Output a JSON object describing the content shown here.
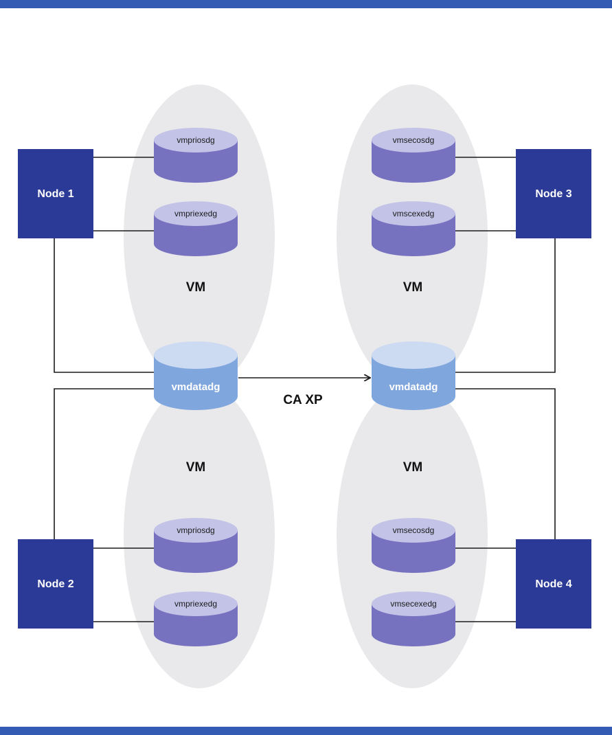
{
  "colors": {
    "band": "#335bb3",
    "node": "#2b3a96",
    "vm_region": "#e9e9eb",
    "disk_top": "#c3c3e8",
    "disk_side": "#7672c0",
    "data_top": "#ccdaf2",
    "data_side": "#80a6de",
    "line": "#1a1a1a"
  },
  "nodes": [
    {
      "id": "node1",
      "label": "Node 1"
    },
    {
      "id": "node2",
      "label": "Node 2"
    },
    {
      "id": "node3",
      "label": "Node 3"
    },
    {
      "id": "node4",
      "label": "Node 4"
    }
  ],
  "vm_regions": [
    {
      "id": "vm-top-left",
      "label": "VM"
    },
    {
      "id": "vm-top-right",
      "label": "VM"
    },
    {
      "id": "vm-bottom-left",
      "label": "VM"
    },
    {
      "id": "vm-bottom-right",
      "label": "VM"
    }
  ],
  "disks": {
    "top_left": [
      "vmpriosdg",
      "vmpriexedg"
    ],
    "top_right": [
      "vmsecosdg",
      "vmscexedg"
    ],
    "bottom_left": [
      "vmpriosdg",
      "vmpriexedg"
    ],
    "bottom_right": [
      "vmsecosdg",
      "vmsecexedg"
    ]
  },
  "data_disks": {
    "left": "vmdatadg",
    "right": "vmdatadg"
  },
  "replication": {
    "label": "CA XP",
    "from": "left",
    "to": "right"
  }
}
